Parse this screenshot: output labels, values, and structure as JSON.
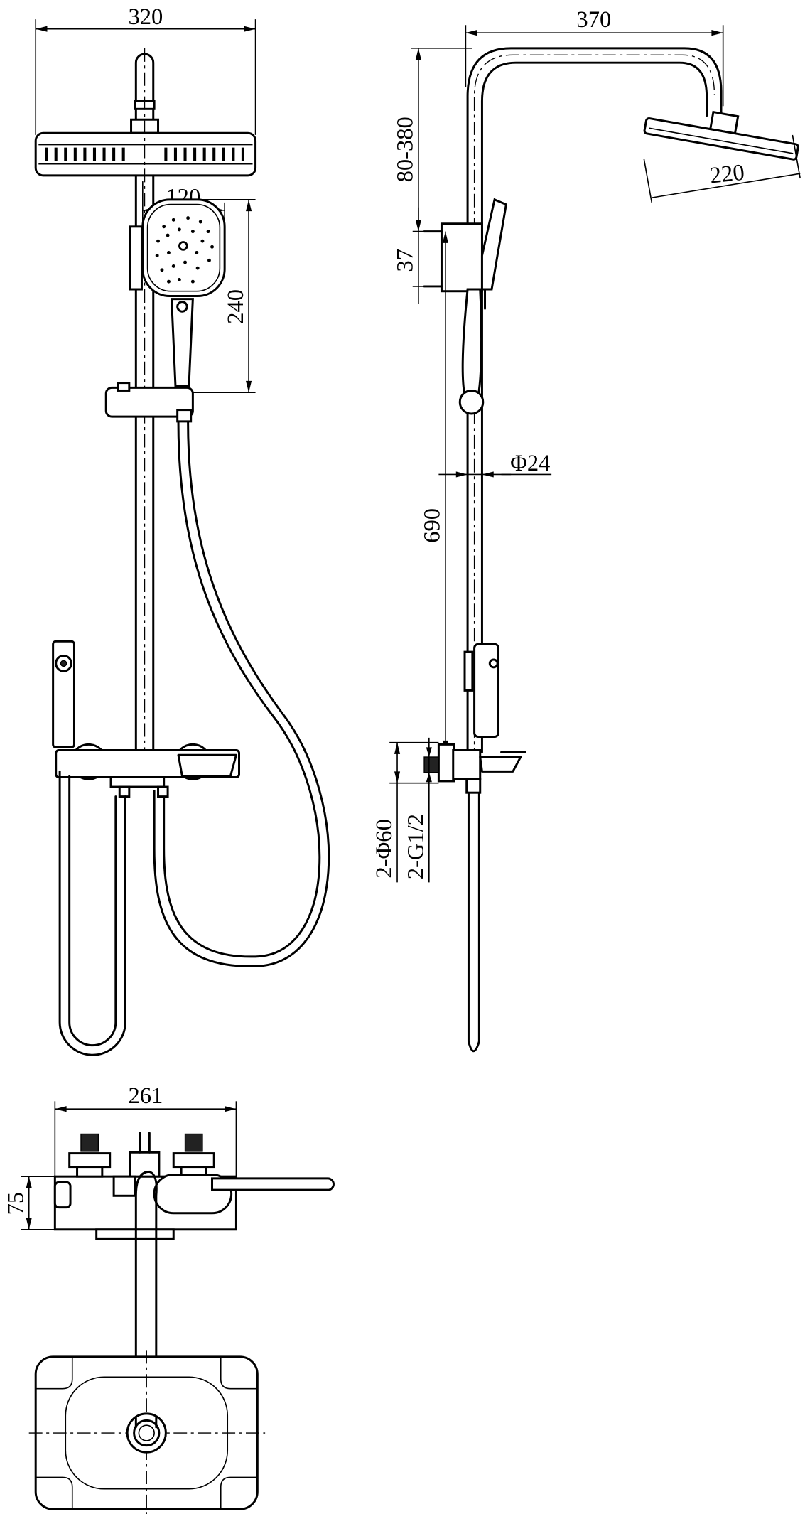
{
  "drawing": {
    "front_view": {
      "overhead_width": "320",
      "hand_shower_width": "120",
      "hand_shower_height": "240"
    },
    "side_view": {
      "arm_reach": "370",
      "head_diameter": "220",
      "height_adjust": "80-380",
      "bracket_offset": "37",
      "rail_diameter": "Φ24",
      "rail_length": "690",
      "flange_spec": "2-Φ60",
      "inlet_spec": "2-G1/2"
    },
    "top_view": {
      "body_width": "261",
      "body_depth": "75"
    },
    "colors": {
      "line": "#000000",
      "background": "#ffffff"
    }
  }
}
